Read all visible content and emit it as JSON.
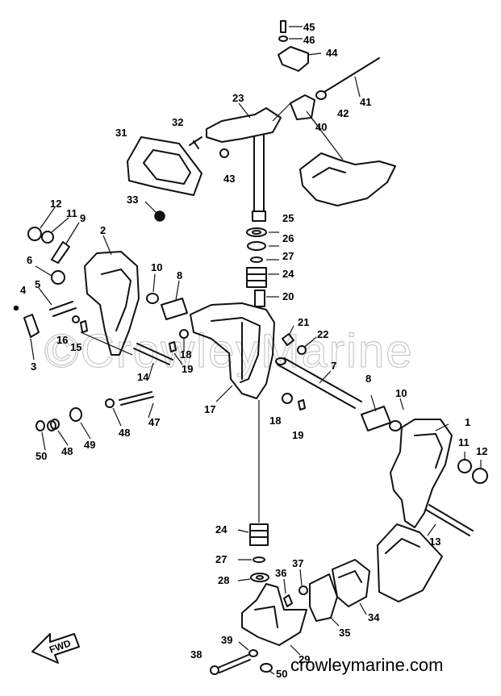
{
  "watermark": "©CrowleyMarine",
  "credit": "crowleymarine.com",
  "fwd_label": "FWD",
  "labels": {
    "p1": "1",
    "p2": "2",
    "p3": "3",
    "p4": "4",
    "p5": "5",
    "p6": "6",
    "p7": "7",
    "p8a": "8",
    "p8b": "8",
    "p9": "9",
    "p10a": "10",
    "p10b": "10",
    "p11a": "11",
    "p11b": "11",
    "p12a": "12",
    "p12b": "12",
    "p13": "13",
    "p14": "14",
    "p15": "15",
    "p16": "16",
    "p17": "17",
    "p18a": "18",
    "p18b": "18",
    "p19a": "19",
    "p19b": "19",
    "p20": "20",
    "p21": "21",
    "p22": "22",
    "p23": "23",
    "p24a": "24",
    "p24b": "24",
    "p25": "25",
    "p26": "26",
    "p27a": "27",
    "p27b": "27",
    "p28": "28",
    "p29": "29",
    "p31": "31",
    "p32": "32",
    "p33": "33",
    "p34": "34",
    "p35": "35",
    "p36": "36",
    "p37": "37",
    "p38": "38",
    "p39": "39",
    "p40": "40",
    "p41": "41",
    "p42": "42",
    "p43": "43",
    "p44": "44",
    "p45": "45",
    "p46": "46",
    "p47": "47",
    "p48a": "48",
    "p48b": "48",
    "p49": "49",
    "p50a": "50",
    "p50b": "50"
  }
}
